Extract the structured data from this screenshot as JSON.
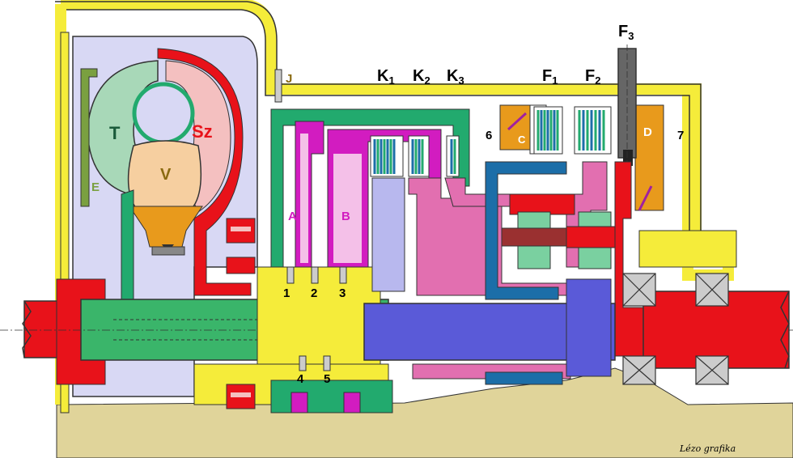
{
  "labels": {
    "torque_turbine": "T",
    "torque_pump": "Sz",
    "stator": "V",
    "freewheel": "E",
    "brake_a": "A",
    "brake_b": "B",
    "valve": "J",
    "port_1": "1",
    "port_2": "2",
    "port_3": "3",
    "port_4": "4",
    "port_5": "5",
    "seal_6": "6",
    "seal_7": "7",
    "band_c": "C",
    "band_d": "D"
  },
  "clutches": {
    "k1": {
      "main": "K",
      "sub": "1"
    },
    "k2": {
      "main": "K",
      "sub": "2"
    },
    "k3": {
      "main": "K",
      "sub": "3"
    }
  },
  "brakes": {
    "f1": {
      "main": "F",
      "sub": "1"
    },
    "f2": {
      "main": "F",
      "sub": "2"
    },
    "f3": {
      "main": "F",
      "sub": "3"
    }
  },
  "signature": "Lézo grafika",
  "colors": {
    "housing": "#f5ec3a",
    "housing_outline": "#333333",
    "shaft": "#e8121a",
    "main_shaft": "#5a5ad8",
    "inner_shaft": "#3ab56a",
    "green_parts": "#22aa6e",
    "turbine": "#a8d8b8",
    "pump": "#f4c0c0",
    "stator": "#f6cfa0",
    "oil_pump": "#e89a1c",
    "pink": "#e26fb0",
    "magenta": "#d21cc0",
    "blue": "#1c6ea8",
    "lavender": "#d8d8f4",
    "ground": "#e0d49a"
  }
}
